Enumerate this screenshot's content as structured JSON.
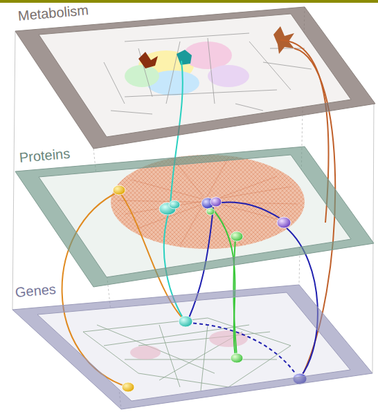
{
  "diagram": {
    "nodes": [
      {
        "text": [
          "Metabolism"
        ]
      },
      {
        "text": [
          "Proteins"
        ]
      },
      {
        "text": [
          "Genes"
        ]
      }
    ]
  }
}
